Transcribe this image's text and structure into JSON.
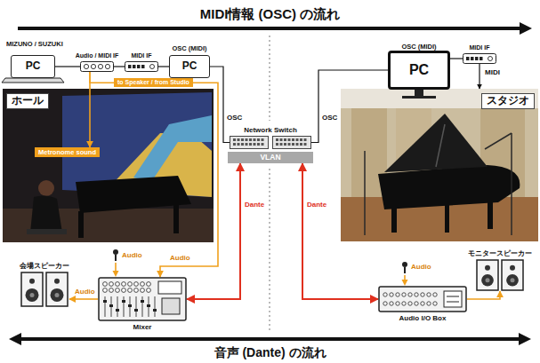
{
  "diagram": {
    "title": "MIDI情報 (OSC) の流れ",
    "caption": "音声 (Dante) の流れ",
    "nodes": [
      {
        "text": [
          "MIZUNO / SUZUKI",
          "PC"
        ]
      },
      {
        "text": [
          "Audio / MIDI IF"
        ]
      },
      {
        "text": [
          "MIDI IF"
        ]
      },
      {
        "text": [
          "OSC (MIDI)",
          "PC"
        ]
      },
      {
        "text": [
          "ホール"
        ]
      },
      {
        "text": [
          "Metronome sound"
        ],
        "in": 4
      },
      {
        "text": [
          "to Speaker / from Studio"
        ]
      },
      {
        "text": [
          "Network Switch"
        ]
      },
      {
        "text": [
          "VLAN"
        ]
      },
      {
        "text": [
          "Mixer"
        ]
      },
      {
        "text": [
          "会場スピーカー"
        ]
      },
      {
        "text": [
          "OSC (MIDI)",
          "PC"
        ]
      },
      {
        "text": [
          "MIDI IF"
        ]
      },
      {
        "text": [
          "スタジオ"
        ]
      },
      {
        "text": [
          "Audio I/O Box"
        ]
      },
      {
        "text": [
          "モニタースピーカー"
        ]
      }
    ],
    "edges": [
      {
        "from": 0,
        "to": 1,
        "arrow": "none"
      },
      {
        "from": 1,
        "to": 2,
        "arrow": "none"
      },
      {
        "from": 2,
        "to": 3,
        "arrow": "none"
      },
      {
        "from": 3,
        "to": 7,
        "label": "OSC",
        "arrow": "none"
      },
      {
        "from": 11,
        "to": 12,
        "arrow": "none"
      },
      {
        "from": 12,
        "to": 13,
        "label": "MIDI",
        "arrow": "to"
      },
      {
        "from": 11,
        "to": 7,
        "label": "OSC",
        "arrow": "none"
      },
      {
        "from": 1,
        "to": 5,
        "arrow": "to"
      },
      {
        "from": 1,
        "to": 6,
        "arrow": "none"
      },
      {
        "from": 6,
        "to": 9,
        "label": "Audio",
        "arrow": "to"
      },
      {
        "from": 9,
        "to": 10,
        "label": "Audio",
        "arrow": "to"
      },
      {
        "from": 9,
        "to": 8,
        "label": "Dante",
        "arrow": "both"
      },
      {
        "from": 14,
        "to": 8,
        "label": "Dante",
        "arrow": "both"
      },
      {
        "from": 14,
        "to": 15,
        "arrow": "to"
      }
    ],
    "labels": [
      "Audio",
      "Audio"
    ]
  }
}
